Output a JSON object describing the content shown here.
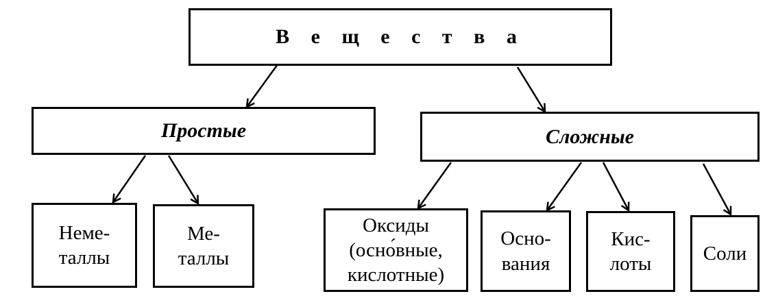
{
  "root": {
    "label": "В е щ е с т в а"
  },
  "simple": {
    "label": "Простые",
    "children": [
      {
        "lines": [
          "Неме-",
          "таллы"
        ]
      },
      {
        "lines": [
          "Ме-",
          "таллы"
        ]
      }
    ]
  },
  "complex": {
    "label": "Сложные",
    "children": [
      {
        "lines": [
          "Оксиды",
          "(осно́вные,",
          "кислотные)"
        ]
      },
      {
        "lines": [
          "Осно-",
          "вания"
        ]
      },
      {
        "lines": [
          "Кис-",
          "лоты"
        ]
      },
      {
        "lines": [
          "Соли"
        ]
      }
    ]
  }
}
